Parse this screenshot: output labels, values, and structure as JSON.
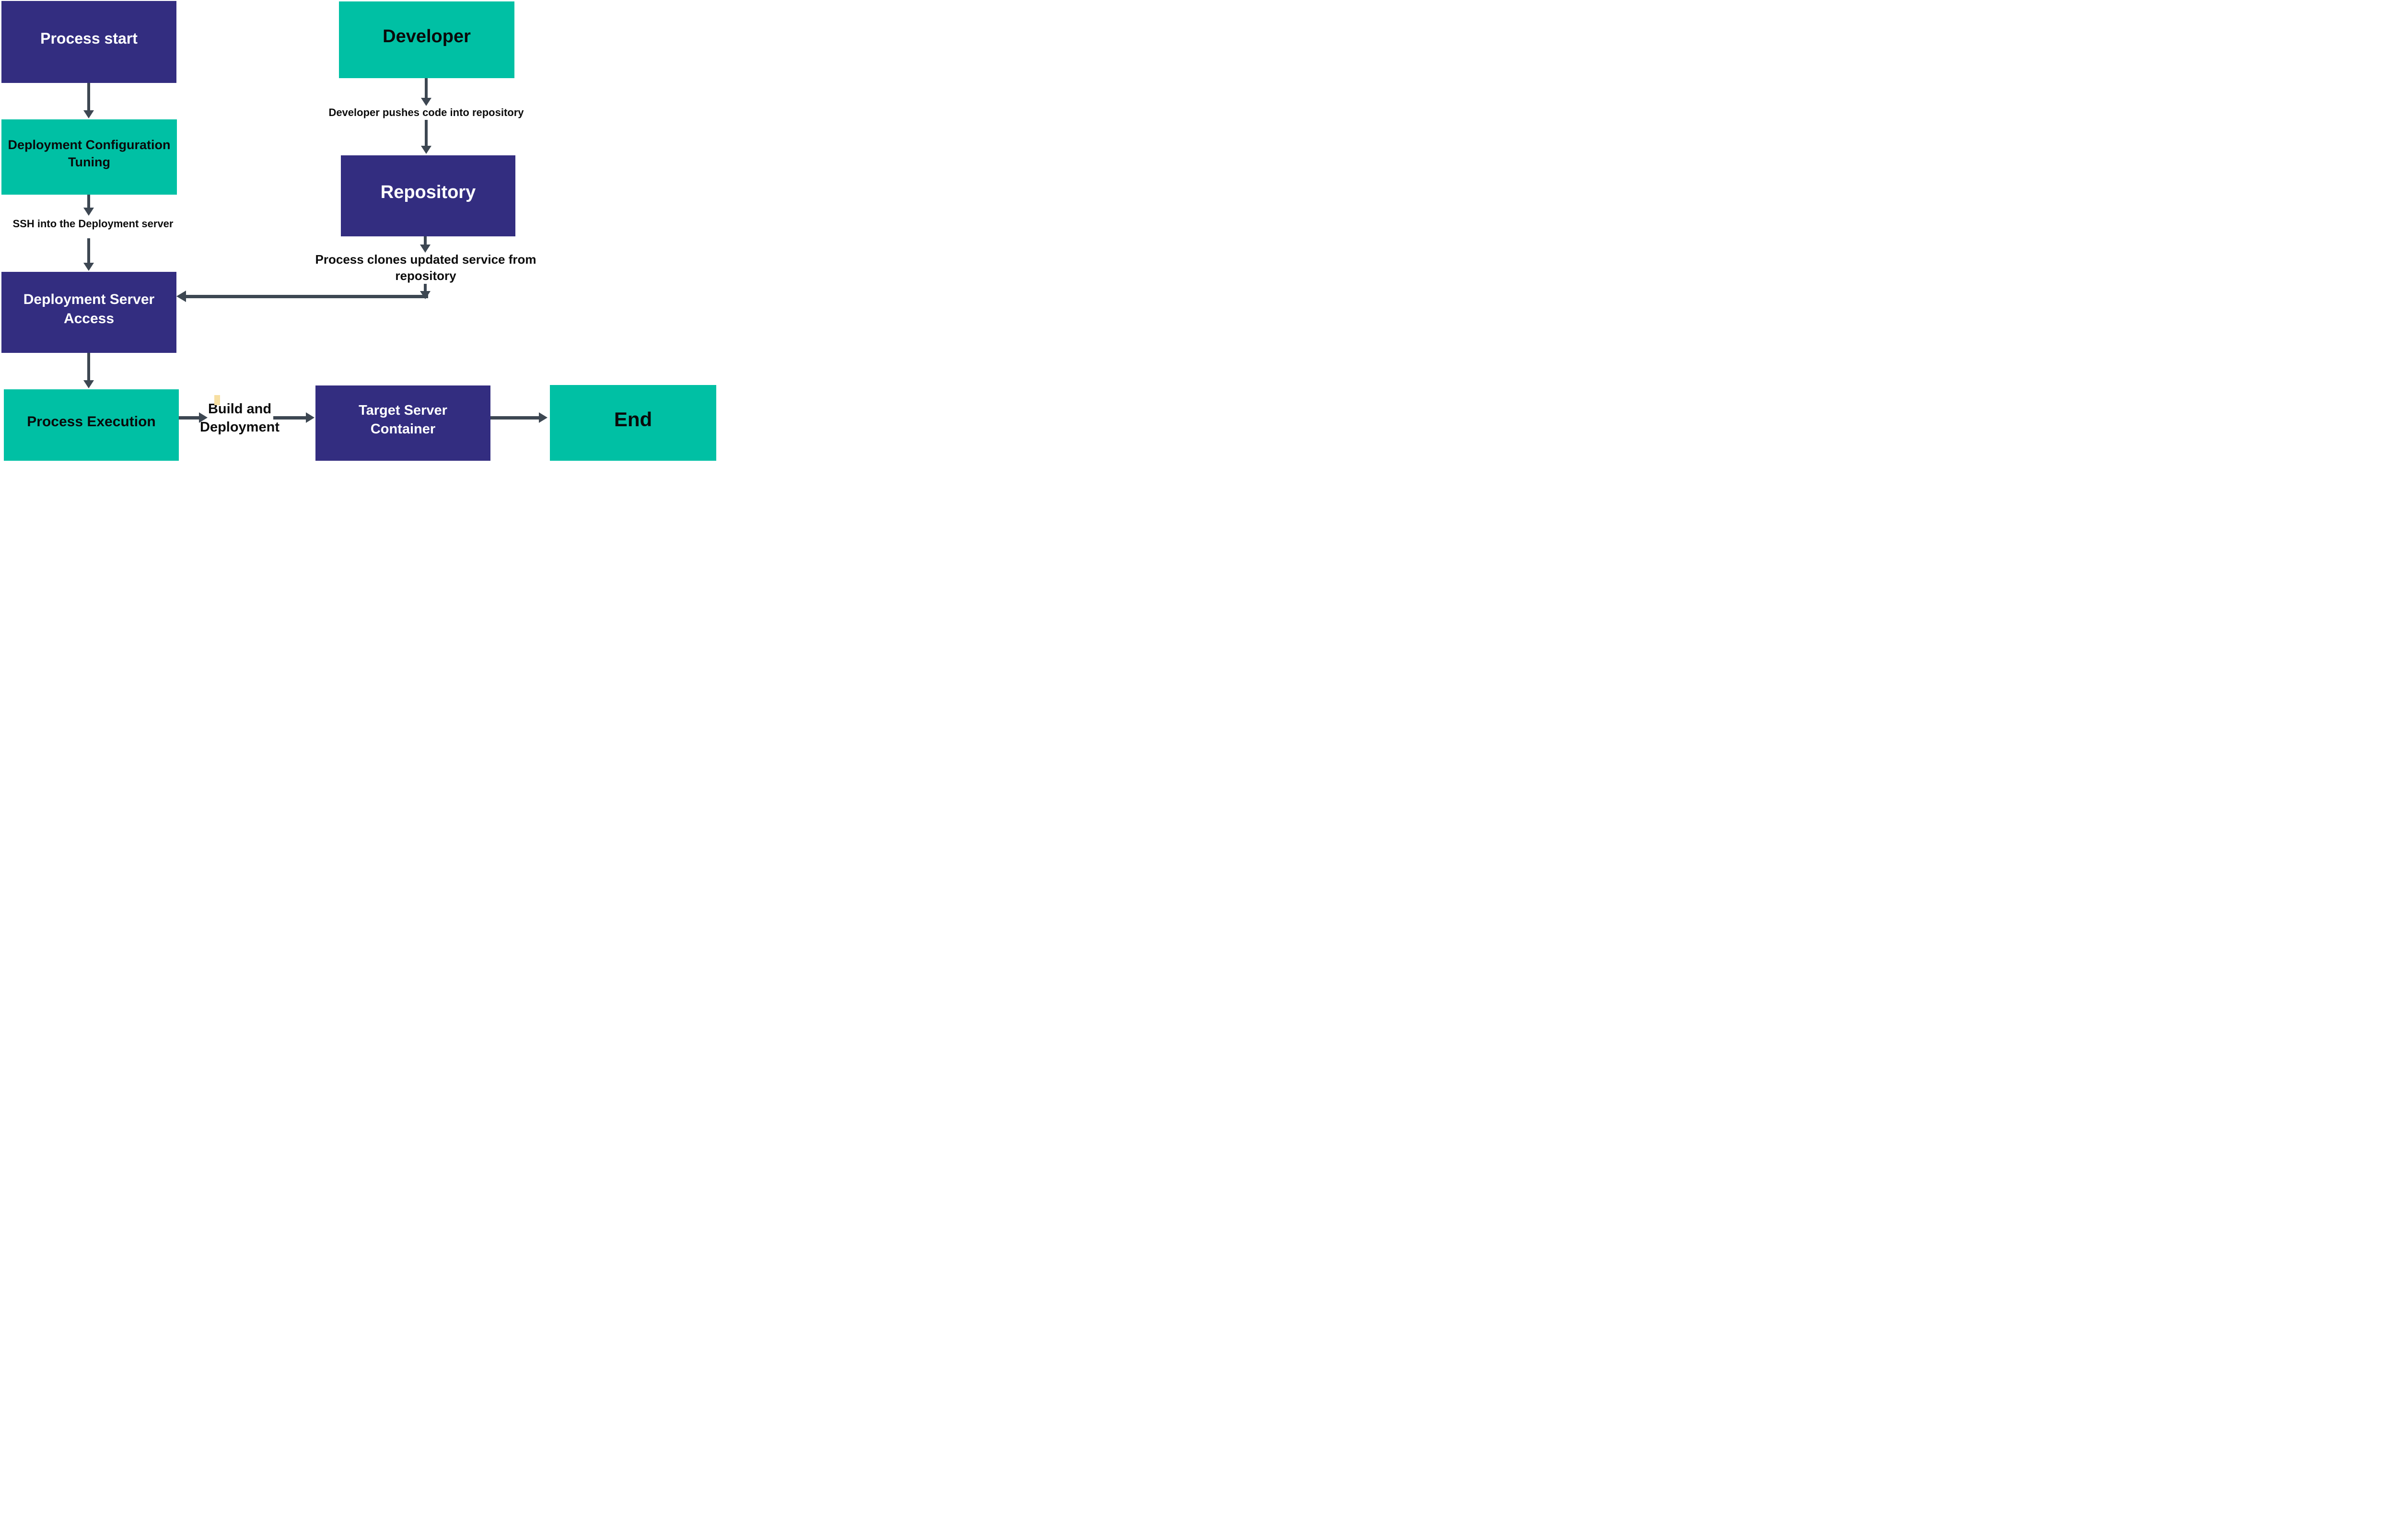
{
  "diagram": {
    "colors": {
      "purple": "#332d80",
      "teal": "#00c0a4",
      "arrow": "#3d4752",
      "label_text": "#0d0d0d",
      "note": "#f7dfa2",
      "background": "#ffffff"
    },
    "nodes": [
      {
        "id": "process-start",
        "label": "Process start",
        "fill": "purple",
        "text_color": "#ffffff"
      },
      {
        "id": "developer",
        "label": "Developer",
        "fill": "teal",
        "text_color": "#0a0a0a"
      },
      {
        "id": "deployment-config-tuning",
        "label": "Deployment Configuration Tuning",
        "fill": "teal",
        "text_color": "#0a0a0a"
      },
      {
        "id": "repository",
        "label": "Repository",
        "fill": "purple",
        "text_color": "#ffffff"
      },
      {
        "id": "deployment-server-access",
        "label": "Deployment Server Access",
        "fill": "purple",
        "text_color": "#ffffff"
      },
      {
        "id": "process-execution",
        "label": "Process Execution",
        "fill": "teal",
        "text_color": "#0a0a0a"
      },
      {
        "id": "target-server-container",
        "label": "Target Server Container",
        "fill": "purple",
        "text_color": "#ffffff"
      },
      {
        "id": "end",
        "label": "End",
        "fill": "teal",
        "text_color": "#0a0a0a"
      }
    ],
    "edge_labels": {
      "developer_push": "Developer pushes code into repository",
      "ssh": "SSH into the Deployment server",
      "clone": "Process clones updated service from repository",
      "build": "Build and Deployment"
    }
  }
}
